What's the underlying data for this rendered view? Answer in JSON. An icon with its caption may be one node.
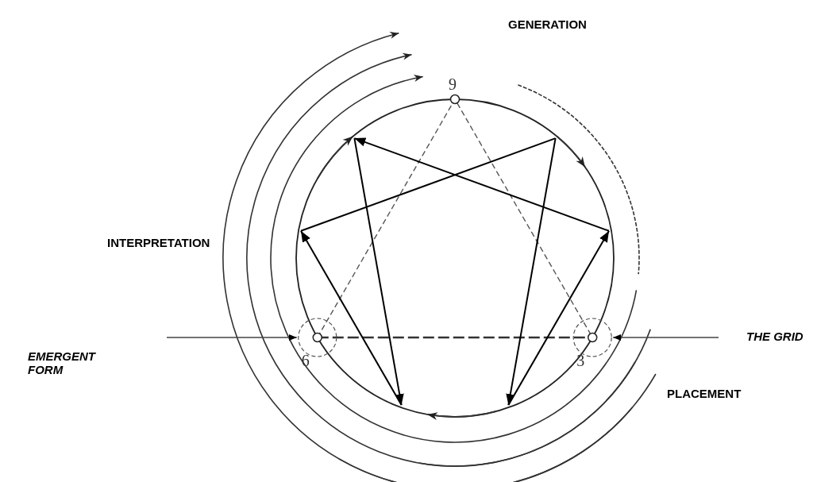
{
  "diagram": {
    "labels": [
      "GENERATION",
      "9",
      "INTERPRETATION",
      "THE GRID",
      "EMERGENT FORM",
      "6",
      "3",
      "PLACEMENT"
    ]
  }
}
